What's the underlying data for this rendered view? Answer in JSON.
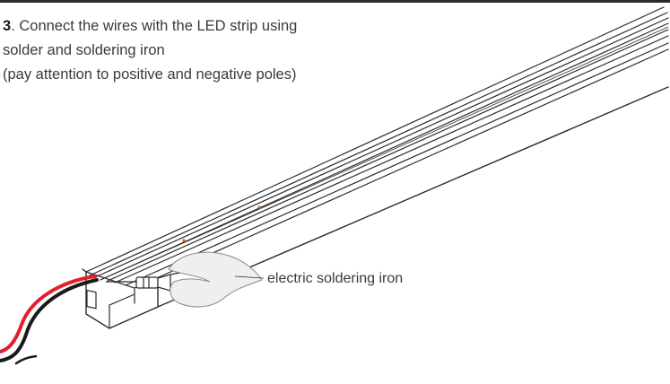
{
  "instruction": {
    "step_number": "3",
    "line1_rest": ". Connect the wires with the LED strip using",
    "line2": "solder and soldering iron",
    "line3": "(pay attention to positive and negative poles)"
  },
  "callout": {
    "label": "electric soldering iron"
  },
  "colors": {
    "line": "#2b2b2b",
    "wire_red": "#e0202a",
    "wire_black": "#1a1a1a",
    "led_dot": "#d2691e",
    "hand_fill": "#efefef"
  },
  "icons": [
    "aluminum-profile",
    "led-strip",
    "wire-pair",
    "soldering-iron",
    "hand"
  ]
}
